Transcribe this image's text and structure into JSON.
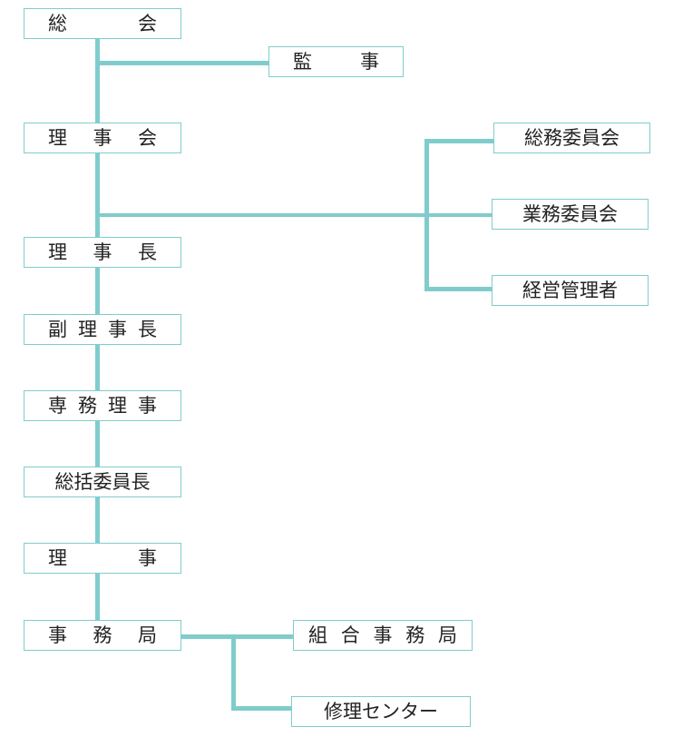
{
  "colors": {
    "line": "#80cccc",
    "border": "#80cccc",
    "text": "#222222"
  },
  "nodes": {
    "general_meeting": "総会",
    "auditor": "監事",
    "board": "理事会",
    "chairman": "理事長",
    "vice_chairman": "副理事長",
    "managing_director": "専務理事",
    "general_committee_chair": "総括委員長",
    "director": "理事",
    "secretariat": "事務局",
    "general_affairs_committee": "総務委員会",
    "business_committee": "業務委員会",
    "management": "経営管理者",
    "union_secretariat": "組合事務局",
    "repair_center": "修理センター"
  }
}
